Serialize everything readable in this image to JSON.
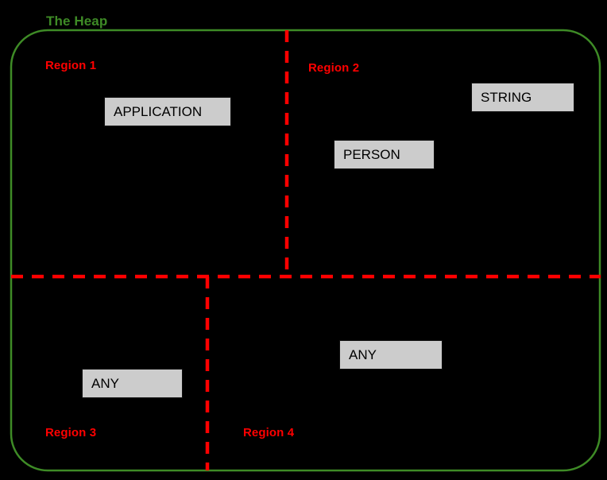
{
  "diagram": {
    "title": "The Heap",
    "title_color": "#3e8b26",
    "background_color": "#000000",
    "divider_color": "#ff0000",
    "box_fill_color": "#cccccc",
    "box_border_color": "#111111",
    "box_text_color": "#000000",
    "regions": [
      {
        "id": "region-1",
        "label": "Region 1"
      },
      {
        "id": "region-2",
        "label": "Region 2"
      },
      {
        "id": "region-3",
        "label": "Region 3"
      },
      {
        "id": "region-4",
        "label": "Region 4"
      }
    ],
    "objects": [
      {
        "id": "application",
        "label": "APPLICATION",
        "region": "Region 1"
      },
      {
        "id": "string",
        "label": "STRING",
        "region": "Region 2"
      },
      {
        "id": "person",
        "label": "PERSON",
        "region": "Region 2"
      },
      {
        "id": "any-region-4",
        "label": "ANY",
        "region": "Region 4"
      },
      {
        "id": "any-region-3",
        "label": "ANY",
        "region": "Region 3"
      }
    ]
  }
}
